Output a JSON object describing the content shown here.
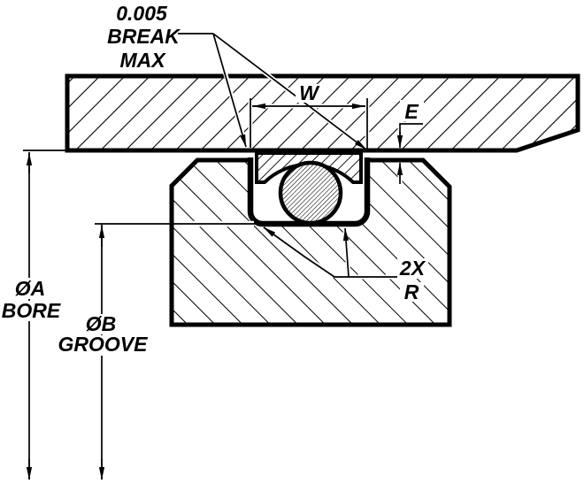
{
  "drawing": {
    "type_note": "O-ring gland cross-section drawing",
    "colors": {
      "line": "#000000",
      "background": "#ffffff"
    }
  },
  "labels": {
    "break_line1": "0.005",
    "break_line2": "BREAK",
    "break_line3": "MAX",
    "groove_width": "W",
    "clearance": "E",
    "bore_dia_line1": "ØA",
    "bore_dia_line2": "BORE",
    "groove_dia_line1": "ØB",
    "groove_dia_line2": "GROOVE",
    "radius_count": "2X",
    "radius_letter": "R"
  }
}
